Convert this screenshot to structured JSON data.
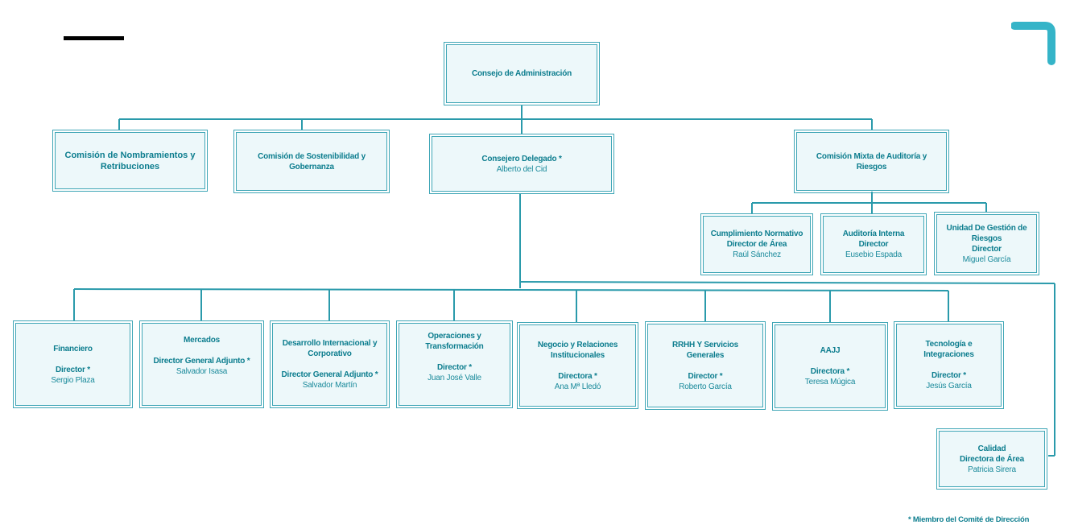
{
  "org_chart": {
    "board": {
      "title": "Consejo de Administración"
    },
    "committees": [
      {
        "title": "Comisión  de Nombramientos y Retribuciones"
      },
      {
        "title": "Comisión de Sostenibilidad y Gobernanza"
      },
      {
        "title": "Consejero Delegado *",
        "name": "Alberto del Cid"
      },
      {
        "title": "Comisión Mixta de Auditoría y Riesgos"
      }
    ],
    "audit_units": [
      {
        "title": "Cumplimiento Normativo",
        "role": "Director de Área",
        "name": "Raúl Sánchez"
      },
      {
        "title": "Auditoría Interna",
        "role": "Director",
        "name": "Eusebio Espada"
      },
      {
        "title": "Unidad De Gestión de Riesgos",
        "role": "Director",
        "name": "Miguel García"
      }
    ],
    "directorates": [
      {
        "title": "Financiero",
        "role": "Director *",
        "name": "Sergio Plaza"
      },
      {
        "title": "Mercados",
        "role": "Director General Adjunto *",
        "name": "Salvador Isasa"
      },
      {
        "title": "Desarrollo Internacional y Corporativo",
        "role": "Director General Adjunto *",
        "name": "Salvador Martín"
      },
      {
        "title": "Operaciones y Transformación",
        "role": "Director *",
        "name": "Juan José Valle"
      },
      {
        "title": "Negocio y Relaciones Institucionales",
        "role": "Directora *",
        "name": "Ana Mª Lledó"
      },
      {
        "title": "RRHH Y Servicios Generales",
        "role": "Director *",
        "name": "Roberto García"
      },
      {
        "title": "AAJJ",
        "role": "Directora *",
        "name": "Teresa Múgica"
      },
      {
        "title": "Tecnología e Integraciones",
        "role": "Director *",
        "name": "Jesús García"
      }
    ],
    "quality": {
      "title": "Calidad",
      "role": "Directora de Área",
      "name": "Patricia Sirera"
    },
    "footnote": "* Miembro del Comité de Dirección"
  },
  "colors": {
    "accent": "#0c7d8e",
    "line": "#2a9aab",
    "box_fill": "#edf8fa",
    "logo": "#35b4c8"
  },
  "icons": {
    "corner_logo": "corner-bracket-icon"
  }
}
